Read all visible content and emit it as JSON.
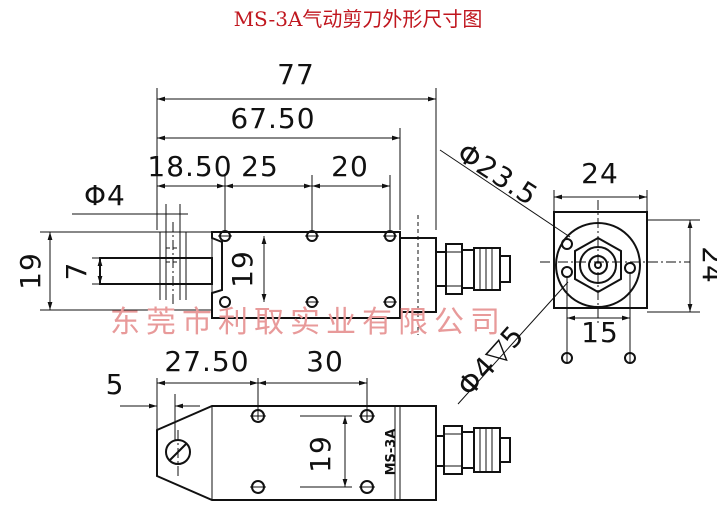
{
  "title": "MS-3A气动剪刀外形尺寸图",
  "watermark": "东莞市利取实业有限公司",
  "part_marking": "MS-3A",
  "dimensions": {
    "overall_length": "77",
    "body_length": "67.50",
    "hole_offset_top": "18.50",
    "hole_pitch_top": "25",
    "hole_pitch_right": "20",
    "pin_diameter": "Φ4",
    "total_height": "19",
    "blade_thickness": "7",
    "hole_spacing_side": "19",
    "body_diameter": "Φ23.5",
    "body_width": "24",
    "body_height": "24",
    "mount_hole": "Φ4▽5",
    "mount_pitch": "15",
    "bottom_left": "5",
    "bottom_offset": "27.50",
    "bottom_pitch": "30",
    "bottom_height": "19"
  }
}
